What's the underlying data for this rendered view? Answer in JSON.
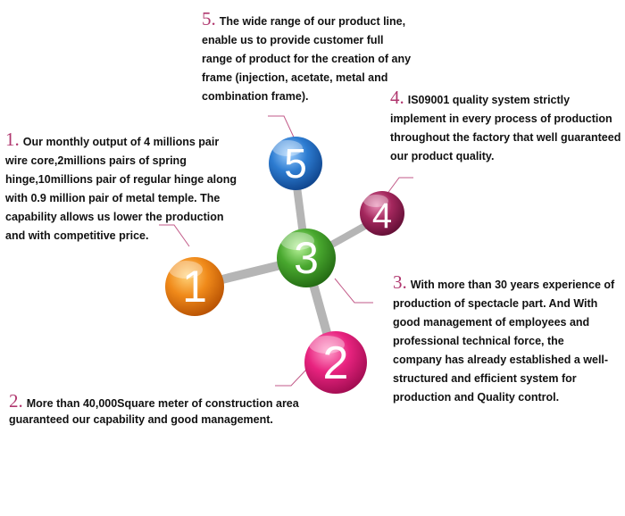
{
  "blocks": {
    "b1": {
      "num": "1.",
      "text": "Our monthly output of 4 millions pair wire core,2millions pairs of spring hinge,10millions pair of regular hinge along with 0.9 million pair of metal temple. The capability allows us lower the production and with competitive price."
    },
    "b2": {
      "num": "2.",
      "text": "More than 40,000Square meter of construction area guaranteed our capability and good management."
    },
    "b3": {
      "num": "3.",
      "text": "With more than 30 years experience of production of spectacle part. And With good management of employees and professional technical force, the company has already established a well-structured and efficient system for production and Quality control."
    },
    "b4": {
      "num": "4.",
      "text": "IS09001 quality system strictly implement in every process of production throughout the factory that well guaranteed our product quality."
    },
    "b5": {
      "num": "5.",
      "text": "The wide range of our product line, enable us to provide customer full range of product for the creation of any frame (injection, acetate, metal and combination frame)."
    }
  },
  "balls": {
    "one": {
      "label": "1",
      "color": "#f08a1a"
    },
    "two": {
      "label": "2",
      "color": "#e8237f"
    },
    "three": {
      "label": "3",
      "color": "#49a82f"
    },
    "four": {
      "label": "4",
      "color": "#a4275d"
    },
    "five": {
      "label": "5",
      "color": "#2d7cd1"
    }
  }
}
